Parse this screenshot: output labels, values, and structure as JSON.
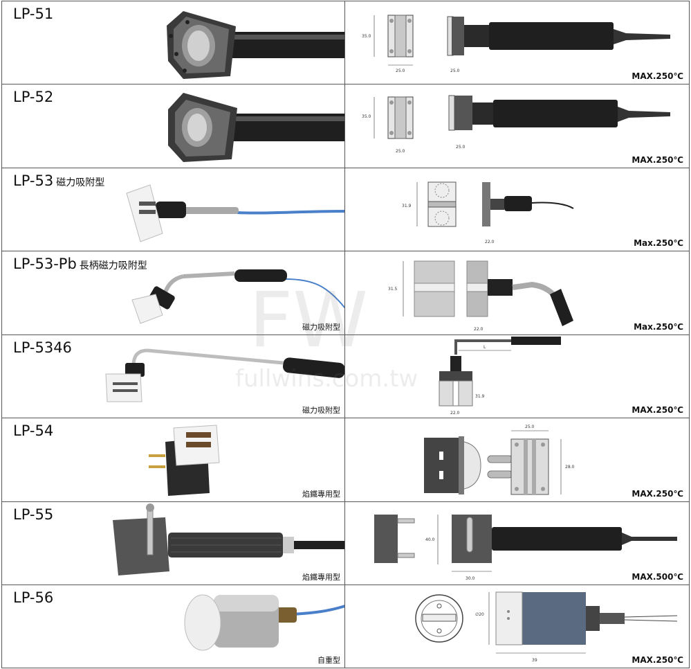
{
  "rows": [
    {
      "model": "LP-51",
      "sub": "",
      "note": "",
      "max": "MAX.250℃",
      "dims": [
        "35.0",
        "25.0",
        "25.0"
      ]
    },
    {
      "model": "LP-52",
      "sub": "",
      "note": "",
      "max": "MAX.250℃",
      "dims": [
        "35.0",
        "25.0",
        "25.0"
      ]
    },
    {
      "model": "LP-53",
      "sub": "磁力吸附型",
      "note": "",
      "max": "Max.250℃",
      "dims": [
        "31.9",
        "22.0"
      ]
    },
    {
      "model": "LP-53-Pb",
      "sub": "長柄磁力吸附型",
      "note": "磁力吸附型",
      "max": "Max.250℃",
      "dims": [
        "31.5",
        "22.0"
      ]
    },
    {
      "model": "LP-5346",
      "sub": "",
      "note": "磁力吸附型",
      "max": "MAX.250℃",
      "dims": [
        "L",
        "31.9",
        "22.0"
      ]
    },
    {
      "model": "LP-54",
      "sub": "",
      "note": "焰鐵專用型",
      "max": "MAX.250℃",
      "dims": [
        "25.0",
        "28.0"
      ]
    },
    {
      "model": "LP-55",
      "sub": "",
      "note": "焰鐵專用型",
      "max": "MAX.500℃",
      "dims": [
        "40.0",
        "30.0"
      ]
    },
    {
      "model": "LP-56",
      "sub": "",
      "note": "自重型",
      "max": "MAX.250℃",
      "dims": [
        "∅20",
        "39"
      ]
    }
  ],
  "watermark": {
    "logo": "FW",
    "text": "fullwins.com.tw"
  },
  "colors": {
    "border": "#555555",
    "probe": "#1f1f1f",
    "metal": "#b9b9b9",
    "cable": "#4a7fc9"
  }
}
